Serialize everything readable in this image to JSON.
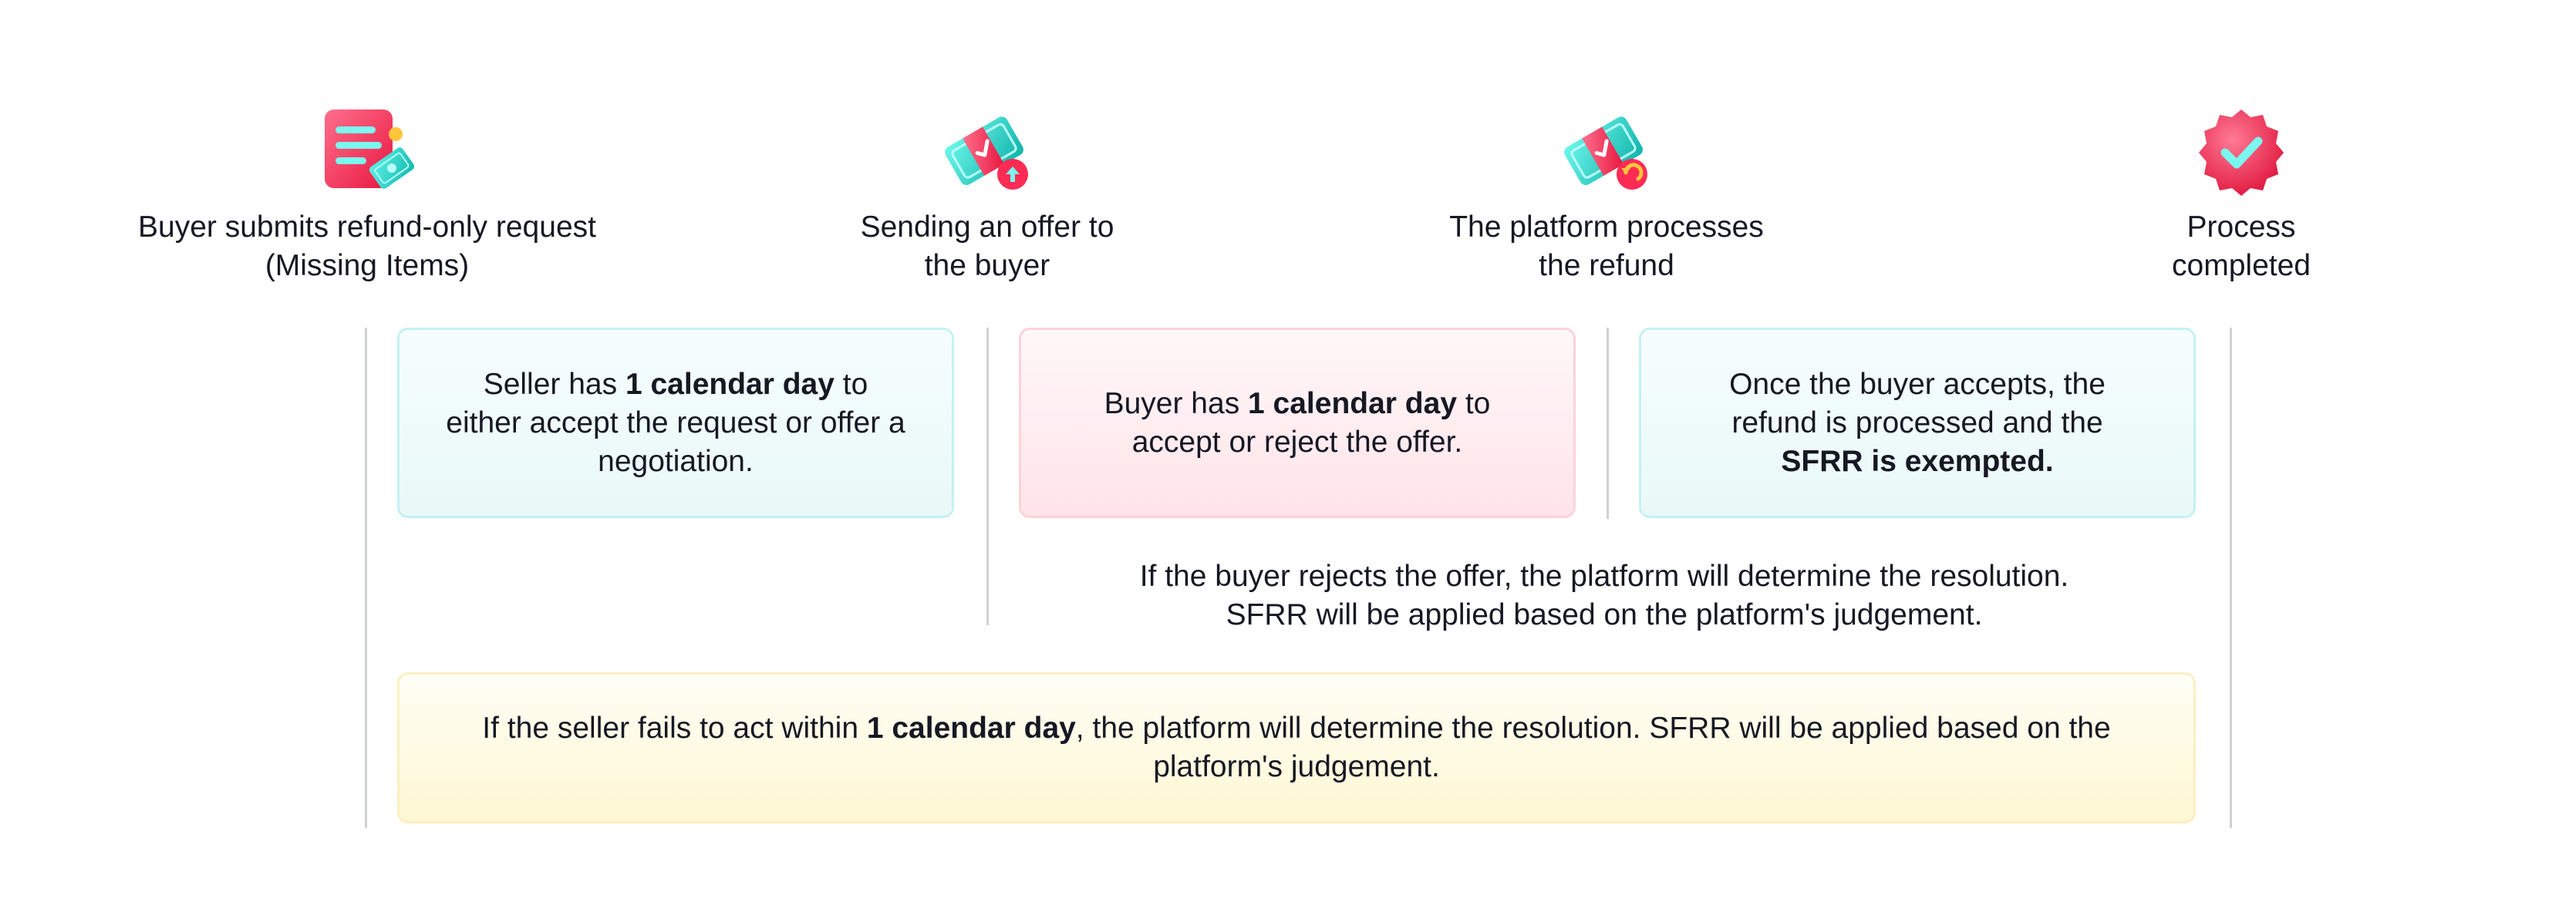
{
  "steps": [
    {
      "label": "Buyer submits refund-only request\n(Missing Items)",
      "icon": "refund-request-icon"
    },
    {
      "label": "Sending an offer to\nthe buyer",
      "icon": "send-offer-money-icon"
    },
    {
      "label": "The platform processes\nthe refund",
      "icon": "refund-money-icon"
    },
    {
      "label": "Process\ncompleted",
      "icon": "verified-check-badge-icon"
    }
  ],
  "boxes": {
    "seller_window": {
      "pre": "Seller has ",
      "bold": "1 calendar day",
      "post": " to either accept the request or offer a negotiation."
    },
    "buyer_window": {
      "pre": "Buyer has ",
      "bold": "1 calendar day",
      "post": " to accept or reject the offer."
    },
    "buyer_accepts": {
      "pre": "Once the buyer accepts, the refund is processed and the ",
      "bold": "SFRR is exempted."
    },
    "seller_fails": {
      "pre": "If the seller fails to act within ",
      "bold": "1 calendar day",
      "post": ", the platform will determine the resolution. SFRR will be applied based on the platform's judgement."
    }
  },
  "buyer_rejects_note": "If the buyer rejects the offer, the platform will determine the resolution. SFRR will be applied based on the platform's judgement.",
  "colors": {
    "accent_red": "#fe2c55",
    "accent_teal": "#25f4ee",
    "teal_box": "#e9f9f8",
    "pink_box": "#ffe4e9",
    "yellow_box": "#fff7d3",
    "divider": "#cfd1d6"
  }
}
